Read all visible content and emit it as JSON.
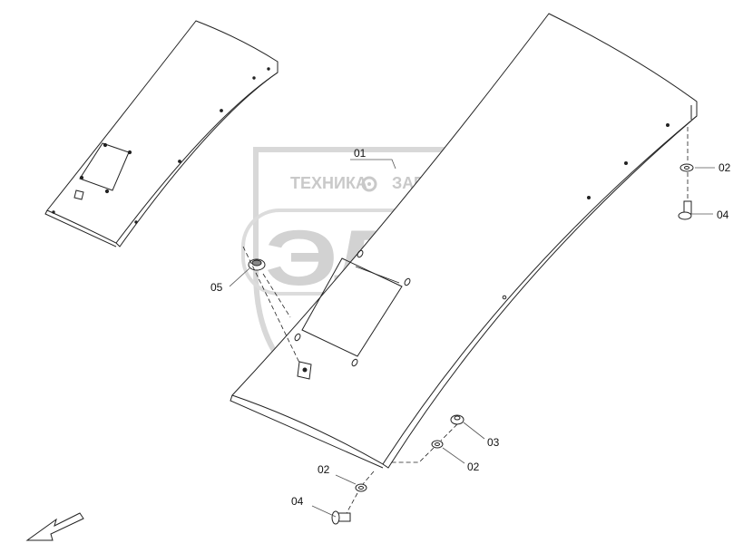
{
  "watermark": {
    "line1_left": "ТЕХНИКА",
    "line1_right": "ЗАПЧАСТИ",
    "big": "ЭЛФ",
    "gear_icon": "gear-icon"
  },
  "callouts": [
    {
      "id": "callout-01",
      "text": "01"
    },
    {
      "id": "callout-02-right",
      "text": "02"
    },
    {
      "id": "callout-04-right",
      "text": "04"
    },
    {
      "id": "callout-05",
      "text": "05"
    },
    {
      "id": "callout-03",
      "text": "03"
    },
    {
      "id": "callout-02-lower",
      "text": "02"
    },
    {
      "id": "callout-02-left",
      "text": "02"
    },
    {
      "id": "callout-04-left",
      "text": "04"
    }
  ],
  "direction_icon": "arrow-down-left-icon"
}
